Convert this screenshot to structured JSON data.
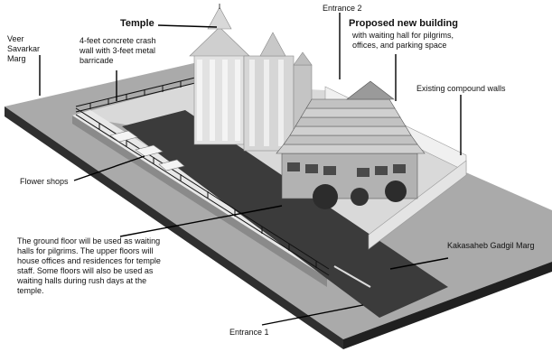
{
  "labels": {
    "temple": "Temple",
    "entrance_2": "Entrance 2",
    "veer_savarkar": "Veer Savarkar Marg",
    "crash_wall": "4-feet concrete crash wall with 3-feet metal barricade",
    "new_building_title": "Proposed new building",
    "new_building_desc": "with  waiting hall for pilgrims, offices, and parking space",
    "compound_walls": "Existing compound walls",
    "flower_shops": "Flower shops",
    "ground_floor_note": "The ground floor will be used as waiting halls for pilgrims. The upper floors will house offices and residences for temple staff. Some floors will also be used as waiting halls during rush days at the temple.",
    "kakasaheb": "Kakasaheb Gadgil Marg",
    "entrance_1": "Entrance 1"
  },
  "colors": {
    "ground_top": "#ababab",
    "ground_side": "#2f2f2f",
    "road": "#3c3c3c",
    "compound": "#cfcfcf",
    "temple": "#e6e6e6",
    "building": "#bdbdbd",
    "leader": "#000000"
  }
}
